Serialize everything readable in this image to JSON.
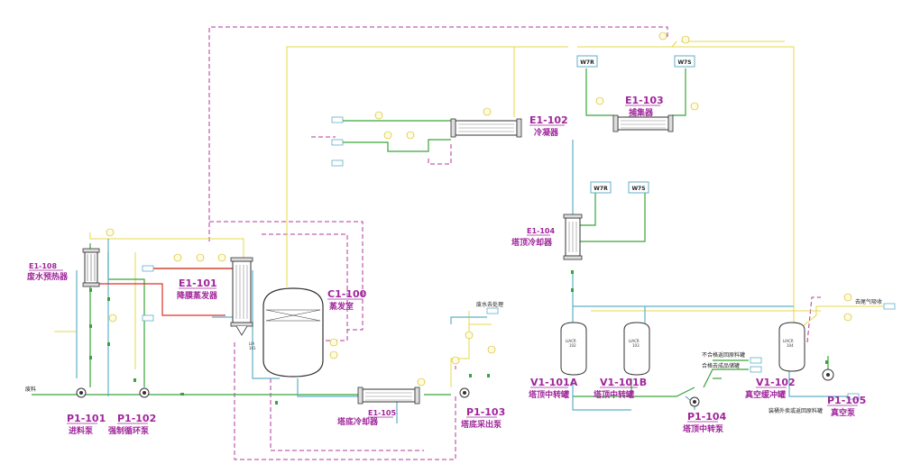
{
  "equipment": {
    "e1108": {
      "tag": "E1-108",
      "name": "废水预热器"
    },
    "e1101": {
      "tag": "E1-101",
      "name": "降膜蒸发器"
    },
    "c1100": {
      "tag": "C1-100",
      "name": "蒸发室"
    },
    "e1102": {
      "tag": "E1-102",
      "name": "冷凝器"
    },
    "e1103": {
      "tag": "E1-103",
      "name": "捕集器"
    },
    "e1104": {
      "tag": "E1-104",
      "name": "塔顶冷却器"
    },
    "e1105": {
      "tag": "E1-105",
      "name": "塔底冷却器"
    },
    "p1101": {
      "tag": "P1-101",
      "name": "进料泵"
    },
    "p1102": {
      "tag": "P1-102",
      "name": "强制循环泵"
    },
    "p1103": {
      "tag": "P1-103",
      "name": "塔底采出泵"
    },
    "p1104": {
      "tag": "P1-104",
      "name": "塔顶中转泵"
    },
    "p1105": {
      "tag": "P1-105",
      "name": "真空泵"
    },
    "v1101a": {
      "tag": "V1-101A",
      "name": "塔顶中转罐"
    },
    "v1101b": {
      "tag": "V1-101B",
      "name": "塔顶中转罐"
    },
    "v1102": {
      "tag": "V1-102",
      "name": "真空缓冲罐"
    }
  },
  "streams": {
    "feed": "废料",
    "wastewater_treat": "废水去处理",
    "offgas": "去尾气吸收",
    "reject_return": "不合格返回原料罐",
    "to_product": "合格去成品储罐",
    "outsale": "装桶外卖或返回原料罐",
    "w7r_1": "W7R",
    "w7s_1": "W7S",
    "w7r_2": "W7R",
    "w7s_2": "W7S"
  },
  "level_tags": {
    "l102": "LIACR\n102",
    "l103": "LIACR\n103",
    "l104": "LIACR\n104",
    "lia101": "LIA\n101"
  },
  "colors": {
    "yellow_line": "#e6d84a",
    "green_line": "#3aa33a",
    "cyan_line": "#5fb0c8",
    "magenta_dash": "#b4379e",
    "red_line": "#e0302a",
    "tag_color": "#a0269b"
  }
}
